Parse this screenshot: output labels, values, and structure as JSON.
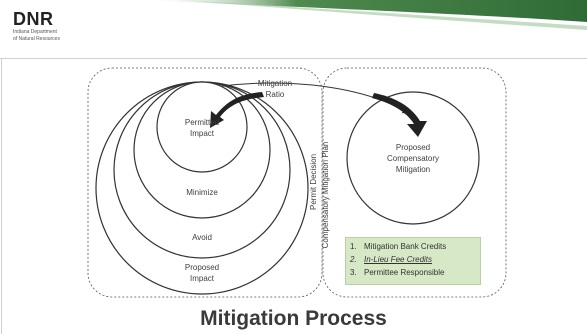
{
  "header": {
    "logo_text": "DNR",
    "logo_subtitle_line1": "Indiana Department",
    "logo_subtitle_line2": "of Natural Resources",
    "swoosh_color": "#2f6b36"
  },
  "diagram": {
    "labels": {
      "mitigation_ratio_line1": "Mitigation",
      "mitigation_ratio_line2": "Ratio",
      "permitted_impact_line1": "Permitted",
      "permitted_impact_line2": "Impact",
      "minimize": "Minimize",
      "avoid": "Avoid",
      "proposed_impact_line1": "Proposed",
      "proposed_impact_line2": "Impact",
      "permit_decision": "Permit Decision",
      "compensatory_mitigation_plan": "Compensatory Mitigation Plan",
      "proposed_comp_line1": "Proposed",
      "proposed_comp_line2": "Compensatory",
      "proposed_comp_line3": "Mitigation"
    },
    "options": [
      {
        "num": "1.",
        "label": "Mitigation Bank Credits"
      },
      {
        "num": "2.",
        "label": "In-Lieu Fee Credits"
      },
      {
        "num": "3.",
        "label": "Permittee Responsible"
      }
    ],
    "options_box_color": "#d7e8c6"
  },
  "title": "Mitigation Process"
}
